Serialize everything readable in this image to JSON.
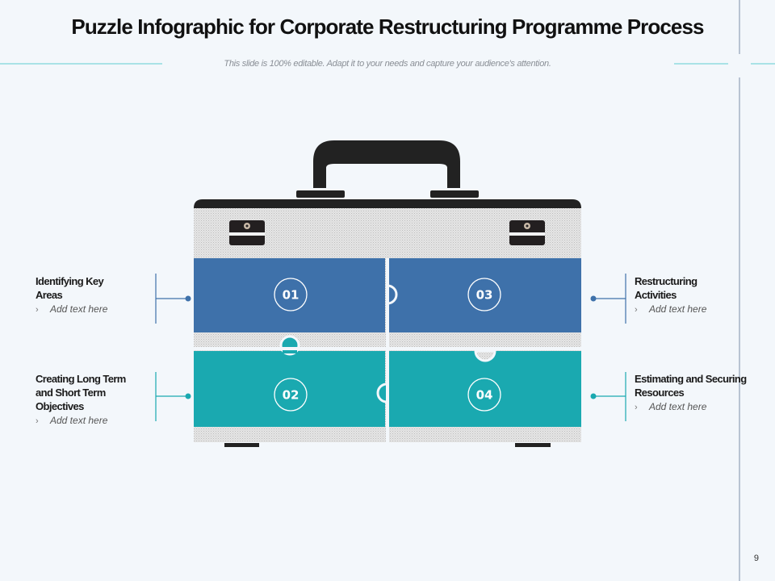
{
  "header": {
    "title": "Puzzle Infographic for Corporate Restructuring Programme Process",
    "subtitle": "This slide is 100% editable. Adapt it to your needs and capture your audience's attention."
  },
  "colors": {
    "blue": "#3e71aa",
    "teal": "#1aa9b0",
    "dark": "#222222",
    "accent_line": "#a9e2e6",
    "background": "#f3f7fb"
  },
  "pieces": [
    {
      "number": "01",
      "color": "#3e71aa"
    },
    {
      "number": "02",
      "color": "#1aa9b0"
    },
    {
      "number": "03",
      "color": "#3e71aa"
    },
    {
      "number": "04",
      "color": "#1aa9b0"
    }
  ],
  "labels": [
    {
      "title_lines": [
        "Identifying Key",
        "Areas"
      ],
      "text": "Add text here",
      "bullet": "›"
    },
    {
      "title_lines": [
        "Creating Long Term",
        "and Short Term",
        "Objectives"
      ],
      "text": "Add text here",
      "bullet": "›"
    },
    {
      "title_lines": [
        "Restructuring",
        "Activities"
      ],
      "text": "Add text here",
      "bullet": "›"
    },
    {
      "title_lines": [
        "Estimating and Securing",
        "Resources"
      ],
      "text": "Add text here",
      "bullet": "›"
    }
  ],
  "footer": {
    "page_number": "9"
  }
}
